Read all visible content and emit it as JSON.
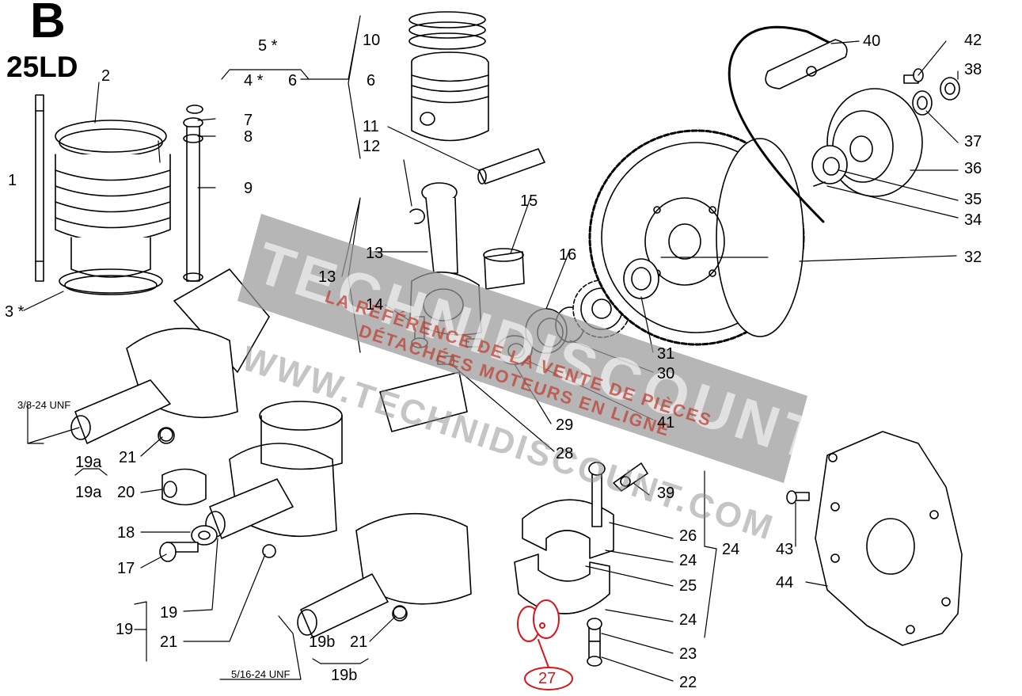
{
  "header": {
    "section_letter": "B",
    "engine_model": "25LD"
  },
  "callouts": {
    "c1": "1",
    "c2": "2",
    "c3": "3 *",
    "c4": "4 *",
    "c5": "5 *",
    "c6a": "6",
    "c6b": "6",
    "c7": "7",
    "c8": "8",
    "c9": "9",
    "c10": "10",
    "c11": "11",
    "c12": "12",
    "c13a": "13",
    "c13b": "13",
    "c14": "14",
    "c15": "15",
    "c16": "16",
    "c17": "17",
    "c18": "18",
    "c19a": "19",
    "c19b": "19",
    "c19a_1": "19a",
    "c19a_2": "19a",
    "c19b_1": "19b",
    "c19b_2": "19b",
    "c20": "20",
    "c21a": "21",
    "c21b": "21",
    "c21c": "21",
    "c22": "22",
    "c23": "23",
    "c24a": "24",
    "c24b": "24",
    "c24c": "24",
    "c25": "25",
    "c26": "26",
    "c27": "27",
    "c28": "28",
    "c29": "29",
    "c30": "30",
    "c31": "31",
    "c32": "32",
    "c34": "34",
    "c35": "35",
    "c36": "36",
    "c37": "37",
    "c38": "38",
    "c39": "39",
    "c40": "40",
    "c41": "41",
    "c42": "42",
    "c43": "43",
    "c44": "44"
  },
  "threads": {
    "upper": "3/8-24 UNF",
    "lower": "5/16-24 UNF"
  },
  "watermark": {
    "brand": "TECHNIDISCOUNT",
    "tagline_1": "LA RÉFÉRENCE DE LA VENTE DE PIÈCES",
    "tagline_2": "DÉTACHÉES MOTEURS EN LIGNE",
    "url": "WWW.TECHNIDISCOUNT.COM"
  },
  "colors": {
    "ink": "#000000",
    "highlight": "#d8141c",
    "watermark": "#8c8c8c"
  }
}
